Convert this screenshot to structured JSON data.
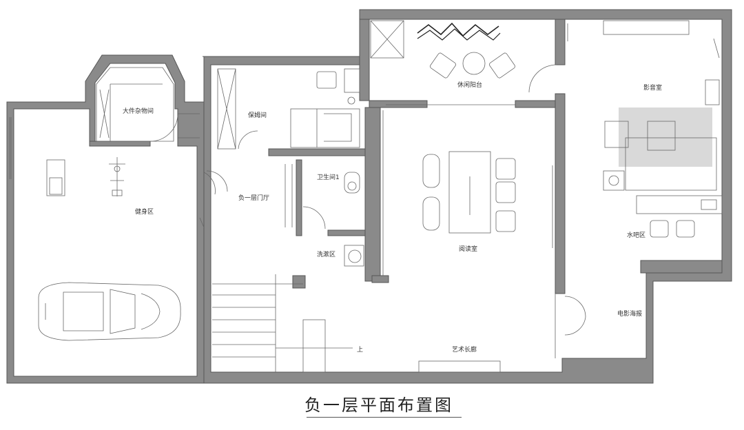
{
  "title": "负一层平面布置图",
  "rooms": {
    "storage": "大件杂物间",
    "gym": "健身区",
    "nanny": "保姆间",
    "entry": "负一层门厅",
    "bathroom": "卫生间1",
    "wash": "洗漱区",
    "balcony": "休闲阳台",
    "reading": "阅读室",
    "corridor": "艺术长廊",
    "theater": "影音室",
    "bar": "水吧区",
    "poster": "电影海报"
  },
  "stair_label": "上",
  "colors": {
    "wall": "#8a8a8a",
    "wall_edge": "#555555",
    "line": "#666666",
    "rug": "#d9d9d9"
  }
}
